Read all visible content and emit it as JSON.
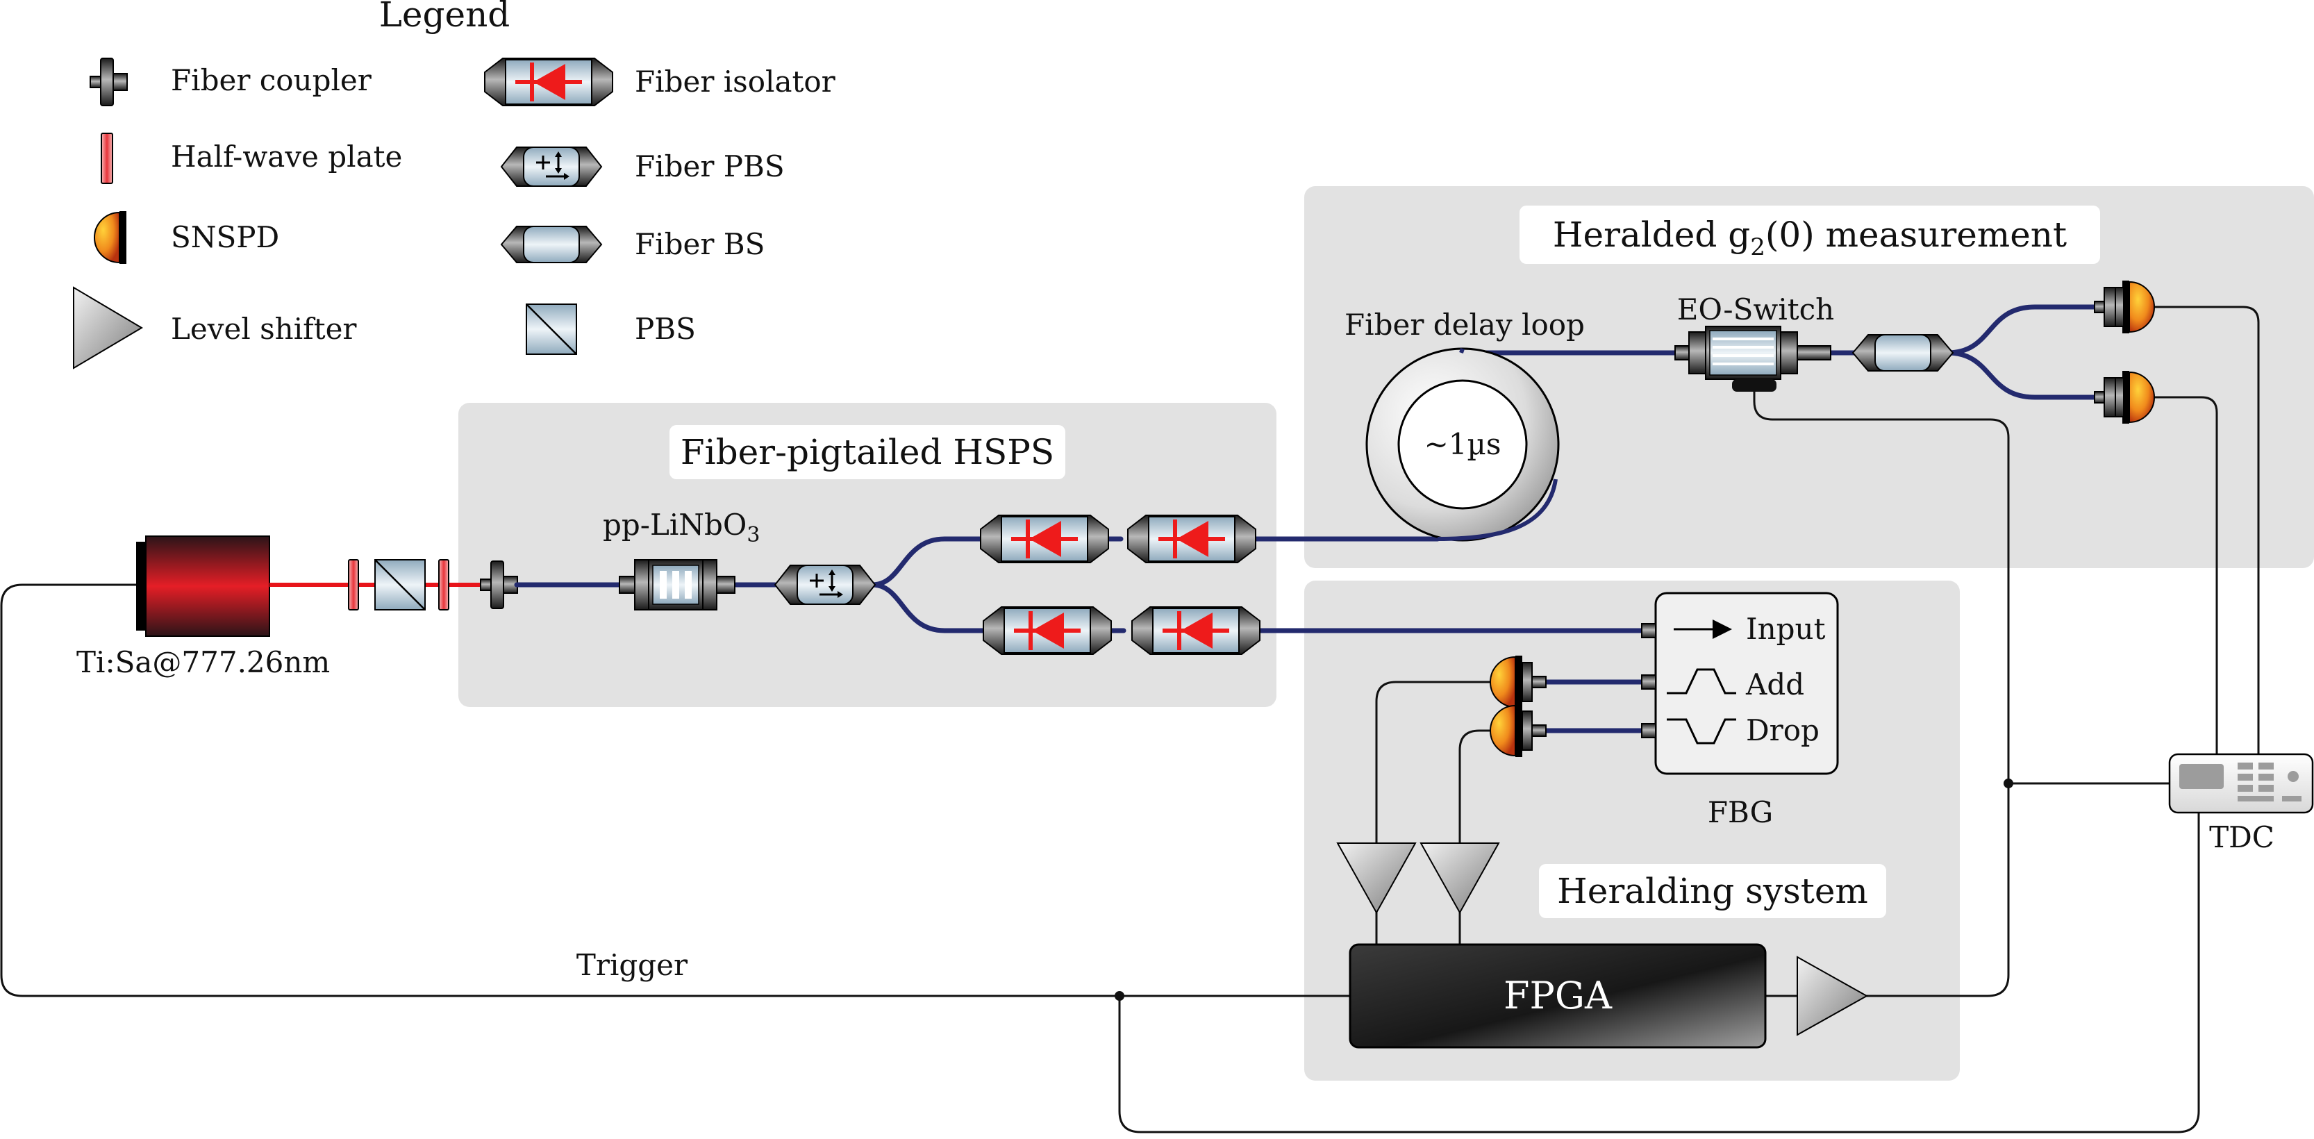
{
  "legend": {
    "title": "Legend",
    "items": [
      {
        "label": "Fiber coupler",
        "icon": "fiber-coupler-icon"
      },
      {
        "label": "Half-wave plate",
        "icon": "half-wave-plate-icon"
      },
      {
        "label": "SNSPD",
        "icon": "snspd-icon"
      },
      {
        "label": "Level shifter",
        "icon": "level-shifter-icon"
      },
      {
        "label": "Fiber isolator",
        "icon": "fiber-isolator-icon"
      },
      {
        "label": "Fiber PBS",
        "icon": "fiber-pbs-icon"
      },
      {
        "label": "Fiber BS",
        "icon": "fiber-bs-icon"
      },
      {
        "label": "PBS",
        "icon": "pbs-icon"
      }
    ]
  },
  "boxes": {
    "hsps": "Fiber-pigtailed HSPS",
    "g2": {
      "prefix": "Heralded g",
      "subscript": "2",
      "suffix": "(0) measurement"
    },
    "heralding": "Heralding system"
  },
  "labels": {
    "laser": "Ti:Sa@777.26nm",
    "crystal": {
      "prefix": "pp-LiNbO",
      "subscript": "3"
    },
    "delay_loop": "Fiber delay loop",
    "delay_time": "~1µs",
    "eo_switch": "EO-Switch",
    "fbg": "FBG",
    "fbg_input": "Input",
    "fbg_add": "Add",
    "fbg_drop": "Drop",
    "fpga": "FPGA",
    "tdc": "TDC",
    "trigger": "Trigger"
  },
  "colors": {
    "box_fill": "#e2e2e2",
    "fiber": "#232a6e",
    "laser_beam": "#e8141a",
    "isolator_diode": "#ee1b1b",
    "snspd_orange": "#f08a1c",
    "laser_body": "#2b1418"
  }
}
